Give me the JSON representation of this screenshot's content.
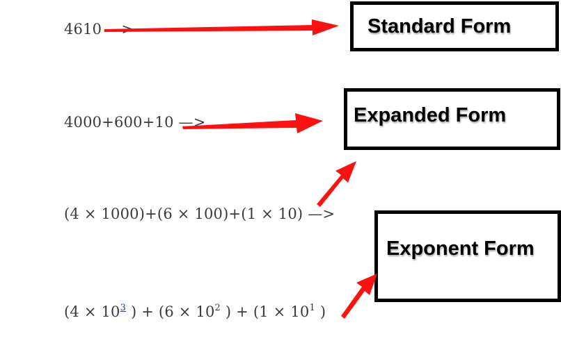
{
  "expressions": {
    "standard": "4610 —>",
    "expanded": "4000+600+10 —>",
    "expanded_products": "(4 ×  1000)+(6 ×  100)+(1 ×  10) —>",
    "exponent": {
      "open1": "(4 × 10",
      "exp1": "3",
      "mid1": " ) + (6 × 10",
      "exp2": "2",
      "mid2": " ) + (1 × 10",
      "exp3": "1",
      "close": " )"
    }
  },
  "labels": {
    "standard_form": "Standard Form",
    "expanded_form": "Expanded Form",
    "exponent_form": "Exponent Form"
  },
  "colors": {
    "arrow": "#ff1010",
    "box_border": "#000000",
    "text": "#3a3a3a"
  }
}
